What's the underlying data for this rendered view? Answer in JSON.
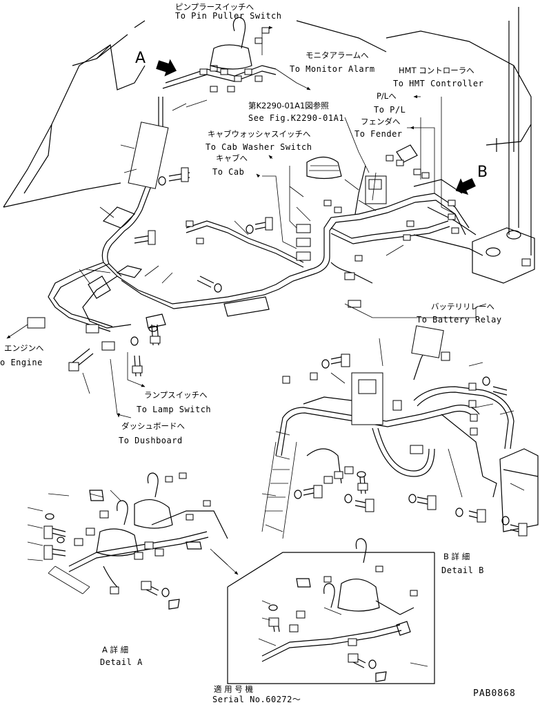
{
  "labels": {
    "pin_puller_jp": "ピンプラースイッチへ",
    "pin_puller_en": "To Pin Puller Switch",
    "monitor_jp": "モニタアラームへ",
    "monitor_en": "To Monitor Alarm",
    "hmt_jp": "HMT コントローラへ",
    "hmt_en": "To HMT Controller",
    "fig_ref_jp": "第K2290-01A1図参照",
    "fig_ref_en": "See Fig.K2290-01A1",
    "pl_jp": "P/Lへ",
    "pl_en": "To P/L",
    "fender_jp": "フェンダへ",
    "fender_en": "To Fender",
    "cab_washer_jp": "キャブウォッシャスイッチへ",
    "cab_washer_en": "To Cab Washer Switch",
    "cab_jp": "キャブへ",
    "cab_en": "To Cab",
    "engine_jp": "エンジンへ",
    "engine_en": "o Engine",
    "battery_jp": "バッテリリレーへ",
    "battery_en": "To Battery Relay",
    "lamp_jp": "ランプスイッチへ",
    "lamp_en": "To Lamp Switch",
    "dash_jp": "ダッシュボードへ",
    "dash_en": "To Dushboard",
    "detail_a_jp": "A 詳 細",
    "detail_a_en": "Detail A",
    "detail_b_jp": "B 詳 細",
    "detail_b_en": "Detail B",
    "serial_jp": "適 用 号 機",
    "serial_en": "Serial No.60272～",
    "view_a": "A",
    "view_b": "B",
    "drawing_code": "PAB0868"
  },
  "colors": {
    "ink": "#000000",
    "paper": "#ffffff"
  },
  "icons": [
    "view-arrow-icon",
    "lead-arrow-icon"
  ]
}
